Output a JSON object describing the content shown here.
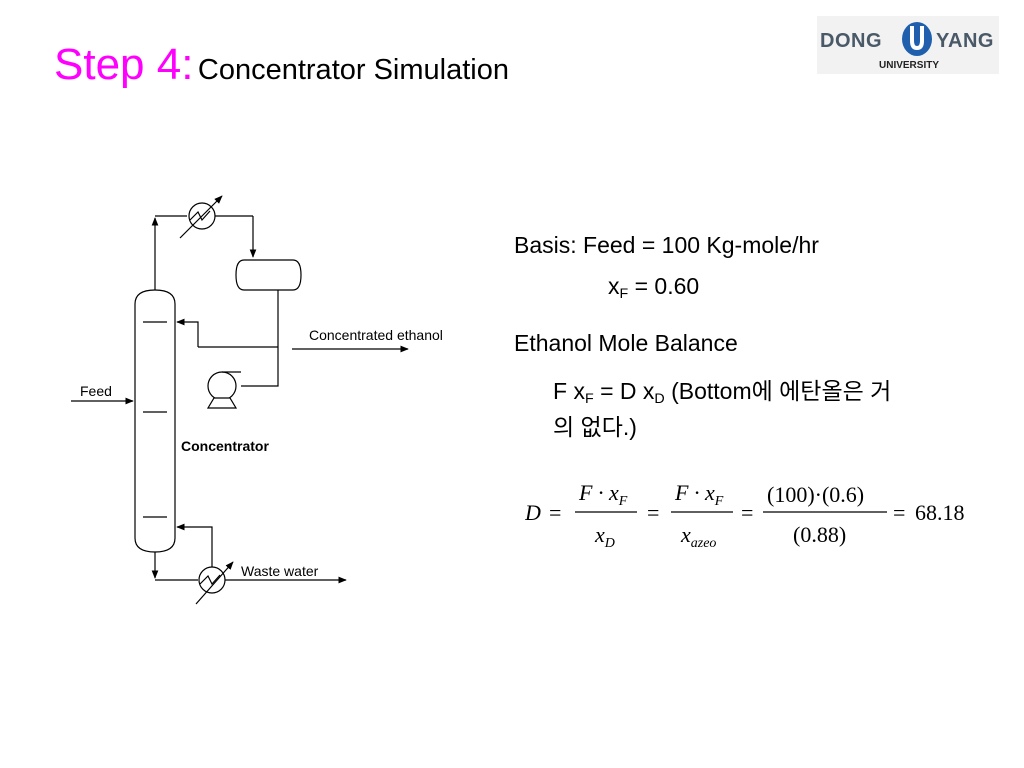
{
  "title": {
    "step": "Step 4:",
    "subtitle": "Concentrator Simulation"
  },
  "logo": {
    "word_left": "DONG",
    "word_right": "YANG",
    "word_bottom": "UNIVERSITY"
  },
  "diagram": {
    "labels": {
      "feed": "Feed",
      "concentrated_ethanol": "Concentrated ethanol",
      "concentrator": "Concentrator",
      "waste_water": "Waste water"
    }
  },
  "content": {
    "basis": "Basis: Feed = 100 Kg-mole/hr",
    "xf_var": "x",
    "xf_sub": "F",
    "xf_value": "= 0.60",
    "balance_heading": "Ethanol Mole Balance",
    "balance_F": "F x",
    "balance_F_sub": "F",
    "balance_D": "= D x",
    "balance_D_sub": "D",
    "balance_note_line1": "(Bottom에 에탄올은 거",
    "balance_note_line2": "의 없다.)"
  },
  "equation": {
    "lhs": "D",
    "eq": "=",
    "num1": "F · x",
    "num1_sub": "F",
    "den1": "x",
    "den1_sub": "D",
    "num2": "F · x",
    "num2_sub": "F",
    "den2": "x",
    "den2_sub": "azeo",
    "num3": "(100)·(0.6)",
    "den3": "(0.88)",
    "result": "68.18"
  },
  "colors": {
    "title_accent": "#ff00ff",
    "logo_blue": "#1f5fae",
    "logo_text": "#4a5968"
  }
}
